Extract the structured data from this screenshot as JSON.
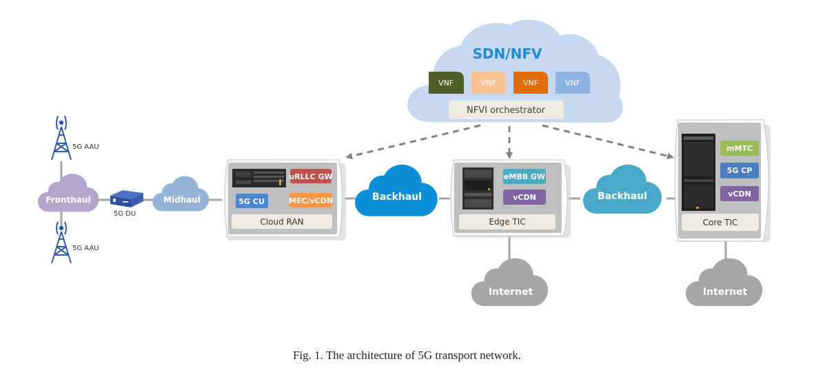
{
  "figure": {
    "caption": "Fig. 1. The architecture of 5G transport network."
  },
  "sdn_nfv": {
    "title": "SDN/NFV",
    "title_color": "#1f8ad6",
    "cloud_color": "#c5d9f0",
    "vnfs": [
      {
        "label": "VNF",
        "color": "#4d5e27"
      },
      {
        "label": "VNF",
        "color": "#f9c295"
      },
      {
        "label": "VNF",
        "color": "#e46c0a"
      },
      {
        "label": "VNF",
        "color": "#8db3e2"
      }
    ],
    "orchestrator": "NFVI orchestrator"
  },
  "ran": {
    "aau_top": "5G AAU",
    "aau_bottom": "5G AAU",
    "fronthaul": "Fronthaul",
    "du": "5G DU",
    "midhaul": "Midhaul"
  },
  "cloud_ran": {
    "label": "Cloud RAN",
    "functions": [
      {
        "label": "uRLLC GW",
        "color": "#c0504d"
      },
      {
        "label": "5G CU",
        "color": "#4a86d4"
      },
      {
        "label": "MEC/vCDN",
        "color": "#f79646"
      }
    ]
  },
  "backhaul_1": {
    "label": "Backhaul",
    "color": "#0b8fd6"
  },
  "edge_tic": {
    "label": "Edge TIC",
    "functions": [
      {
        "label": "eMBB GW",
        "color": "#4bacc6"
      },
      {
        "label": "vCDN",
        "color": "#8064a2"
      }
    ],
    "internet": "Internet"
  },
  "backhaul_2": {
    "label": "Backhaul",
    "color": "#4aa9c8"
  },
  "core_tic": {
    "label": "Core TIC",
    "functions": [
      {
        "label": "mMTC",
        "color": "#9bbb59"
      },
      {
        "label": "5G CP",
        "color": "#4a7ec0"
      },
      {
        "label": "vCDN",
        "color": "#8064a2"
      }
    ],
    "internet": "Internet"
  }
}
